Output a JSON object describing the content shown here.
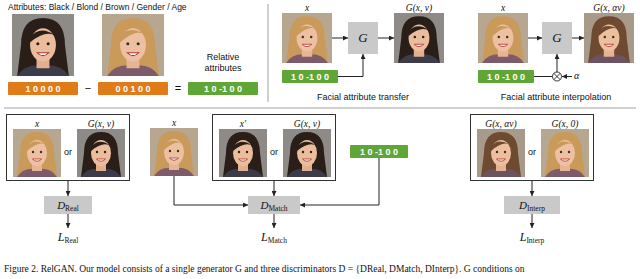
{
  "diagram": {
    "caption": "Figure 2. RelGAN. Our model consists of a single generator G and three discriminators D = {DReal, DMatch, DInterp}. G conditions on",
    "nodes": [
      {
        "text": [
          "1 0 0 0 0"
        ]
      },
      {
        "text": [
          "0 0 1 0 0"
        ]
      },
      {
        "text": [
          "1 0 -1 0 0"
        ]
      },
      {
        "text": [
          "x"
        ]
      },
      {
        "text": [
          "G"
        ]
      },
      {
        "text": [
          "G(x, v)"
        ]
      },
      {
        "text": [
          "1 0 -1 0 0"
        ]
      },
      {
        "text": [
          "x"
        ]
      },
      {
        "text": [
          "G"
        ]
      },
      {
        "text": [
          "G(x, αv)"
        ]
      },
      {
        "text": [
          "1 0 -1 0 0"
        ]
      },
      {
        "text": [
          "or"
        ]
      },
      {
        "text": [
          "x"
        ],
        "in": 11
      },
      {
        "text": [
          "G(x, v)"
        ],
        "in": 11
      },
      {
        "text": [
          "D",
          "Real"
        ]
      },
      {
        "text": [
          "L",
          "Real"
        ]
      },
      {
        "text": [
          "x"
        ]
      },
      {
        "text": [
          "or"
        ]
      },
      {
        "text": [
          "x′"
        ],
        "in": 17
      },
      {
        "text": [
          "G(x, v)"
        ],
        "in": 17
      },
      {
        "text": [
          "1 0 -1 0 0"
        ]
      },
      {
        "text": [
          "D",
          "Match"
        ]
      },
      {
        "text": [
          "L",
          "Match"
        ]
      },
      {
        "text": [
          "or"
        ]
      },
      {
        "text": [
          "G(x, αv)"
        ],
        "in": 23
      },
      {
        "text": [
          "G(x, 0)"
        ],
        "in": 23
      },
      {
        "text": [
          "D",
          "Interp"
        ]
      },
      {
        "text": [
          "L",
          "Interp"
        ]
      }
    ],
    "edges": [
      {
        "from": 3,
        "to": 4,
        "arrow": "to"
      },
      {
        "from": 6,
        "to": 4,
        "arrow": "to"
      },
      {
        "from": 4,
        "to": 5,
        "arrow": "to"
      },
      {
        "from": 7,
        "to": 8,
        "arrow": "to"
      },
      {
        "from": 10,
        "to": 8,
        "arrow": "to"
      },
      {
        "from": 8,
        "to": 9,
        "arrow": "to"
      },
      {
        "from": 11,
        "to": 14,
        "arrow": "to"
      },
      {
        "from": 14,
        "to": 15,
        "arrow": "to"
      },
      {
        "from": 16,
        "to": 21,
        "arrow": "to"
      },
      {
        "from": 17,
        "to": 21,
        "arrow": "to"
      },
      {
        "from": 20,
        "to": 21,
        "arrow": "to"
      },
      {
        "from": 21,
        "to": 22,
        "arrow": "to"
      },
      {
        "from": 23,
        "to": 26,
        "arrow": "to"
      },
      {
        "from": 26,
        "to": 27,
        "arrow": "to"
      }
    ],
    "labels": [
      "Attributes: Black / Blond / Brown / Gender / Age",
      "−",
      "=",
      "Relative attributes",
      "Facial attribute transfer",
      "α",
      "Facial attribute interpolation"
    ]
  }
}
